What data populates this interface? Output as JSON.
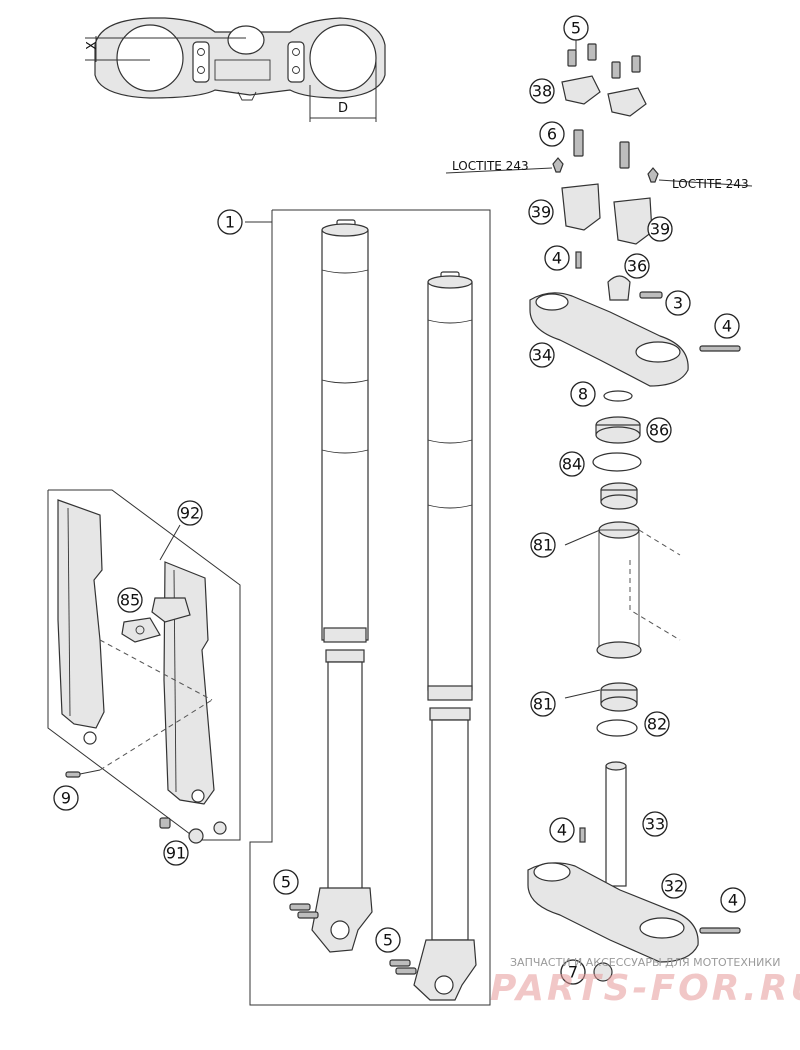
{
  "callouts": {
    "c1": "1",
    "c3": "3",
    "c4a": "4",
    "c4b": "4",
    "c4c": "4",
    "c4d": "4",
    "c5a": "5",
    "c5b": "5",
    "c5c": "5",
    "c6": "6",
    "c7": "7",
    "c8": "8",
    "c9": "9",
    "c32": "32",
    "c33": "33",
    "c34": "34",
    "c36": "36",
    "c38": "38",
    "c39a": "39",
    "c39b": "39",
    "c81a": "81",
    "c81b": "81",
    "c82": "82",
    "c84": "84",
    "c85": "85",
    "c86": "86",
    "c91": "91",
    "c92": "92"
  },
  "labels": {
    "loctite_left": "LOCTITE 243",
    "loctite_right": "LOCTITE 243",
    "dim_x": "X",
    "dim_d": "D"
  },
  "watermark": {
    "caption": "ЗАПЧАСТИ И АКСЕССУАРЫ ДЛЯ МОТОТЕХНИКИ",
    "brand": "PARTS-FOR.RU"
  }
}
